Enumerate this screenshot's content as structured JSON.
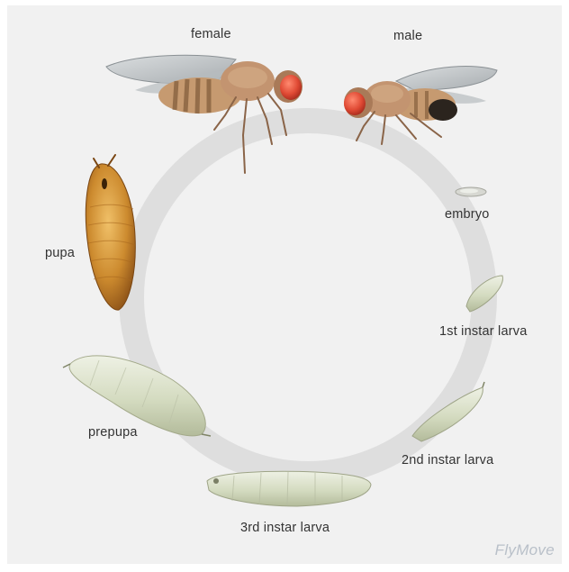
{
  "stages": {
    "female": "female",
    "male": "male",
    "embryo": "embryo",
    "instar1": "1st instar larva",
    "instar2": "2nd instar larva",
    "instar3": "3rd instar larva",
    "prepupa": "prepupa",
    "pupa": "pupa"
  },
  "brand": {
    "prefix": "Fly",
    "suffix": "Move"
  },
  "colors": {
    "background": "#f1f1f1",
    "ring": "#dedede",
    "label": "#333333",
    "fly_body": "#b98f6a",
    "fly_eye": "#e0503a",
    "pupa": "#c9892f",
    "larva": "#d9e0c8"
  }
}
